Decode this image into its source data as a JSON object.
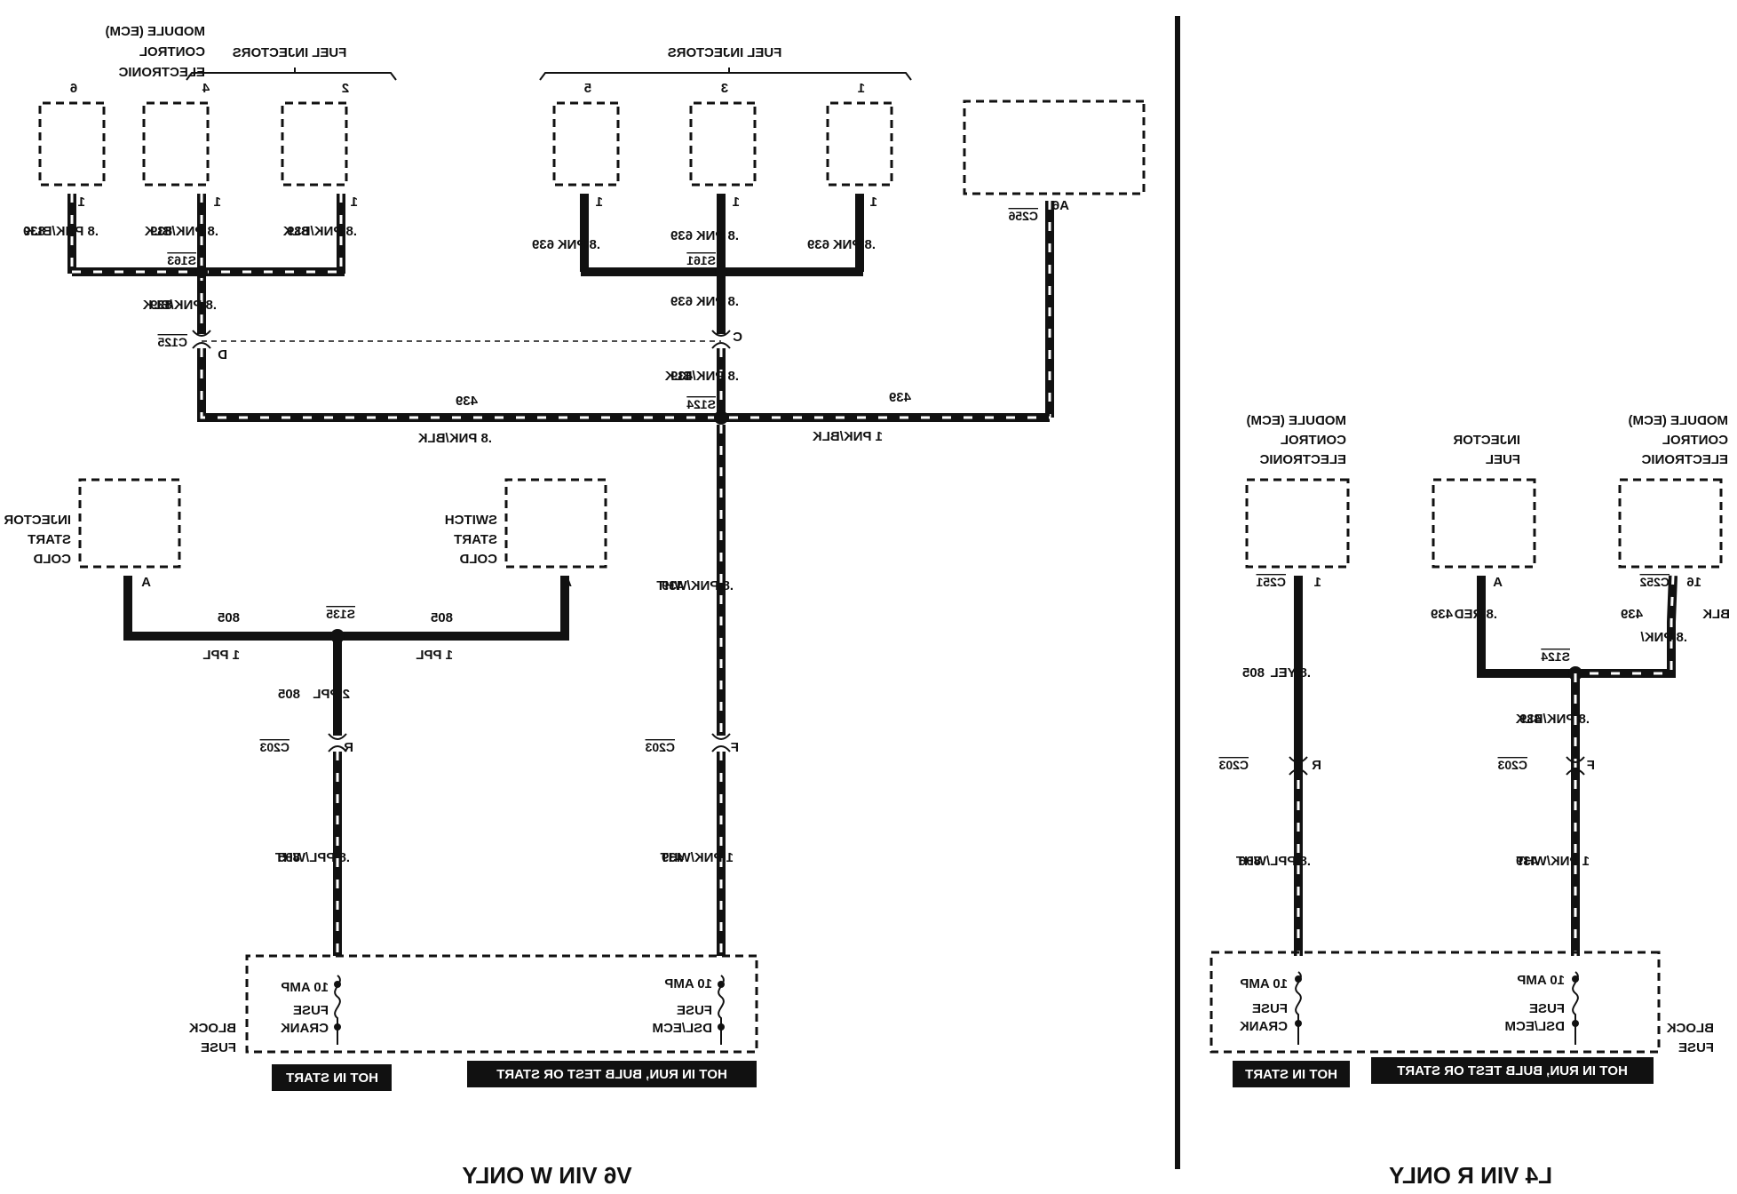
{
  "v6": {
    "title": "V6 VIN W ONLY",
    "fuel_injectors_left": "FUEL INJECTORS",
    "fuel_injectors_mid": "FUEL INJECTORS",
    "injector_numbers": [
      "6",
      "4",
      "2",
      "5",
      "3",
      "1"
    ],
    "ecm": [
      "ELECTRONIC",
      "CONTROL",
      "MODULE (ECM)"
    ],
    "pin_1": "1",
    "pin_a6": "A6",
    "c256": "C256",
    "wire_839": "839",
    "wire_839_label": ".8 PNK/BLK",
    "wire_639": "639",
    "wire_639_label": ".8 PNK",
    "s163": "S163",
    "s161": "S161",
    "c125": "C125",
    "pin_d": "D",
    "pin_c": "C",
    "s124": "S124",
    "wire_439": "439",
    "wire_439_08": ".8 PNK/BLK",
    "wire_439_1": "1 PNK/BLK",
    "cold_start_injector": [
      "COLD",
      "START",
      "INJECTOR"
    ],
    "cold_start_switch": [
      "COLD",
      "START",
      "SWITCH"
    ],
    "pin_a": "A",
    "s135": "S135",
    "wire_805": "805",
    "wire_1ppl": "1 PPL",
    "wire_2ppl": "2 PPL",
    "wire_pnkwht08": ".8 PNK/WHT",
    "c203": "C203",
    "pin_r": "R",
    "pin_f": "F",
    "wire_pplwht": ".8 PPL/WHT",
    "wire_pnkwht1": "1 PNK/WHT",
    "fuse_block": [
      "FUSE",
      "BLOCK"
    ],
    "crank_fuse": [
      "CRANK",
      "FUSE",
      "10 AMP"
    ],
    "dslecm_fuse": [
      "DSL/ECM",
      "FUSE",
      "10 AMP"
    ],
    "hot_in_start": "HOT IN START",
    "hot_in_run": "HOT IN RUN, BULB TEST OR START"
  },
  "l4": {
    "title": "L4 VIN R ONLY",
    "ecm_left": [
      "ELECTRONIC",
      "CONTROL",
      "MODULE (ECM)"
    ],
    "fuel_injector": [
      "FUEL",
      "INJECTOR"
    ],
    "ecm_right": [
      "ELECTRONIC",
      "CONTROL",
      "MODULE (ECM)"
    ],
    "pin_1": "1",
    "c251": "C251",
    "pin_a": "A",
    "pin_16": "16",
    "c252": "C252",
    "wire_805": "805",
    "wire_yel": ".8 YEL",
    "wire_439": "439",
    "wire_red": ".8 RED",
    "wire_pnkblk_cut": ".8 PNK/",
    "wire_blk": "BLK",
    "s124": "S124",
    "wire_pnkblk": ".8 PNK/BLK",
    "c203": "C203",
    "pin_r": "R",
    "pin_f": "F",
    "wire_806": "806",
    "wire_pplwht": ".8 PPL/WHT",
    "wire_pnkwht": "1 PNK/WHT",
    "fuse_block": [
      "FUSE",
      "BLOCK"
    ],
    "crank_fuse": [
      "CRANK",
      "FUSE",
      "10 AMP"
    ],
    "dslecm_fuse": [
      "DSL/ECM",
      "FUSE",
      "10 AMP"
    ],
    "hot_in_start": "HOT IN START",
    "hot_in_run": "HOT IN RUN, BULB TEST OR START"
  }
}
